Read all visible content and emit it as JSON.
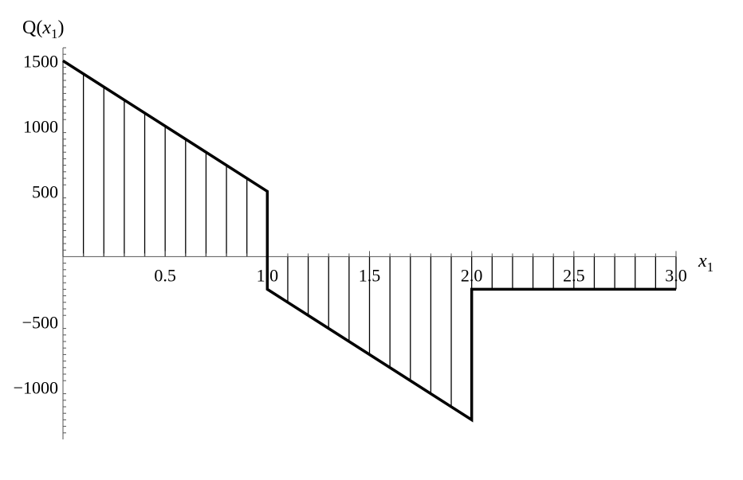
{
  "chart_data": {
    "type": "line",
    "title": "",
    "xlabel": "x",
    "xlabel_subscript": "1",
    "ylabel_prefix": "Q(",
    "ylabel_var": "x",
    "ylabel_subscript": "1",
    "ylabel_suffix": ")",
    "xlim": [
      0,
      3.0
    ],
    "ylim": [
      -1400,
      1600
    ],
    "xticks": [
      0.5,
      1.0,
      1.5,
      2.0,
      2.5,
      3.0
    ],
    "xtick_labels": [
      "0.5",
      "1.0",
      "1.5",
      "2.0",
      "2.5",
      "3.0"
    ],
    "yticks": [
      1500,
      1000,
      500,
      -500,
      -1000
    ],
    "ytick_labels": [
      "1500",
      "1000",
      "500",
      "−500",
      "−1000"
    ],
    "grid": false,
    "filling": "vertical-hatch",
    "series": [
      {
        "x": [
          0,
          1.0,
          1.0,
          2.0,
          2.0,
          3.0
        ],
        "y": [
          1500,
          500,
          -250,
          -1250,
          -250,
          -250
        ]
      }
    ]
  }
}
